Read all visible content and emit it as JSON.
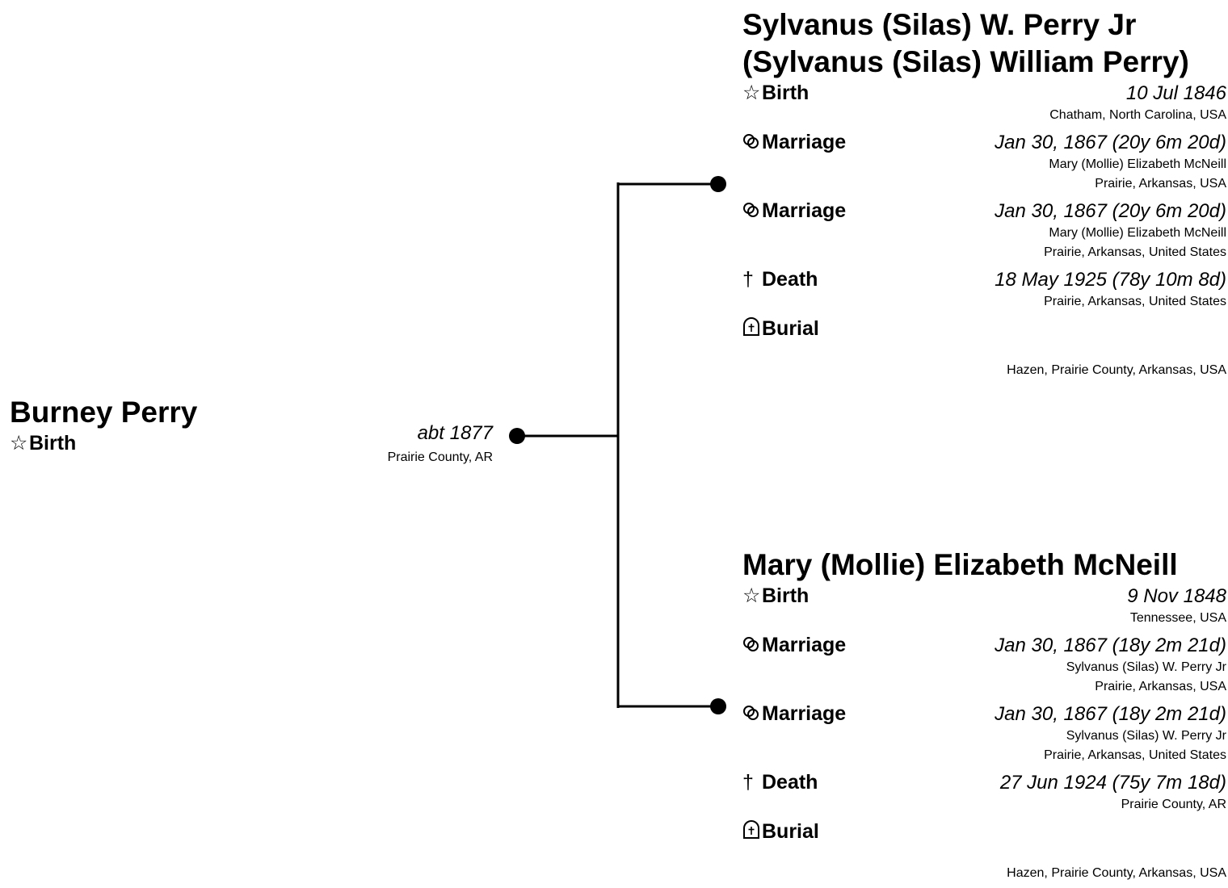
{
  "root": {
    "name": "Burney Perry",
    "events": [
      {
        "icon": "star-icon",
        "label": "Birth",
        "date": "abt 1877",
        "lines": [
          "Prairie County, AR"
        ]
      }
    ]
  },
  "father": {
    "name_line1": "Sylvanus (Silas) W. Perry Jr",
    "name_line2": "(Sylvanus (Silas) William Perry)",
    "events": [
      {
        "icon": "star-icon",
        "label": "Birth",
        "date": "10 Jul 1846",
        "lines": [
          "Chatham, North Carolina, USA"
        ]
      },
      {
        "icon": "rings-icon",
        "label": "Marriage",
        "date": "Jan 30, 1867 (20y 6m 20d)",
        "lines": [
          "Mary (Mollie) Elizabeth McNeill",
          "Prairie, Arkansas, USA"
        ]
      },
      {
        "icon": "rings-icon",
        "label": "Marriage",
        "date": "Jan 30, 1867 (20y 6m 20d)",
        "lines": [
          "Mary (Mollie) Elizabeth McNeill",
          "Prairie, Arkansas, United States"
        ]
      },
      {
        "icon": "cross-icon",
        "label": "Death",
        "date": "18 May 1925 (78y 10m 8d)",
        "lines": [
          "Prairie, Arkansas, United States"
        ]
      },
      {
        "icon": "tombstone-icon",
        "label": "Burial",
        "date": "",
        "lines": [
          "",
          "Hazen, Prairie County, Arkansas, USA"
        ]
      }
    ]
  },
  "mother": {
    "name_line1": "Mary (Mollie) Elizabeth McNeill",
    "events": [
      {
        "icon": "star-icon",
        "label": "Birth",
        "date": "9 Nov 1848",
        "lines": [
          "Tennessee, USA"
        ]
      },
      {
        "icon": "rings-icon",
        "label": "Marriage",
        "date": "Jan 30, 1867 (18y 2m 21d)",
        "lines": [
          "Sylvanus (Silas) W. Perry Jr",
          "Prairie, Arkansas, USA"
        ]
      },
      {
        "icon": "rings-icon",
        "label": "Marriage",
        "date": "Jan 30, 1867 (18y 2m 21d)",
        "lines": [
          "Sylvanus (Silas) W. Perry Jr",
          "Prairie, Arkansas, United States"
        ]
      },
      {
        "icon": "cross-icon",
        "label": "Death",
        "date": "27 Jun 1924 (75y 7m 18d)",
        "lines": [
          "Prairie County, AR"
        ]
      },
      {
        "icon": "tombstone-icon",
        "label": "Burial",
        "date": "",
        "lines": [
          "",
          "Hazen, Prairie County, Arkansas, USA"
        ]
      }
    ]
  }
}
